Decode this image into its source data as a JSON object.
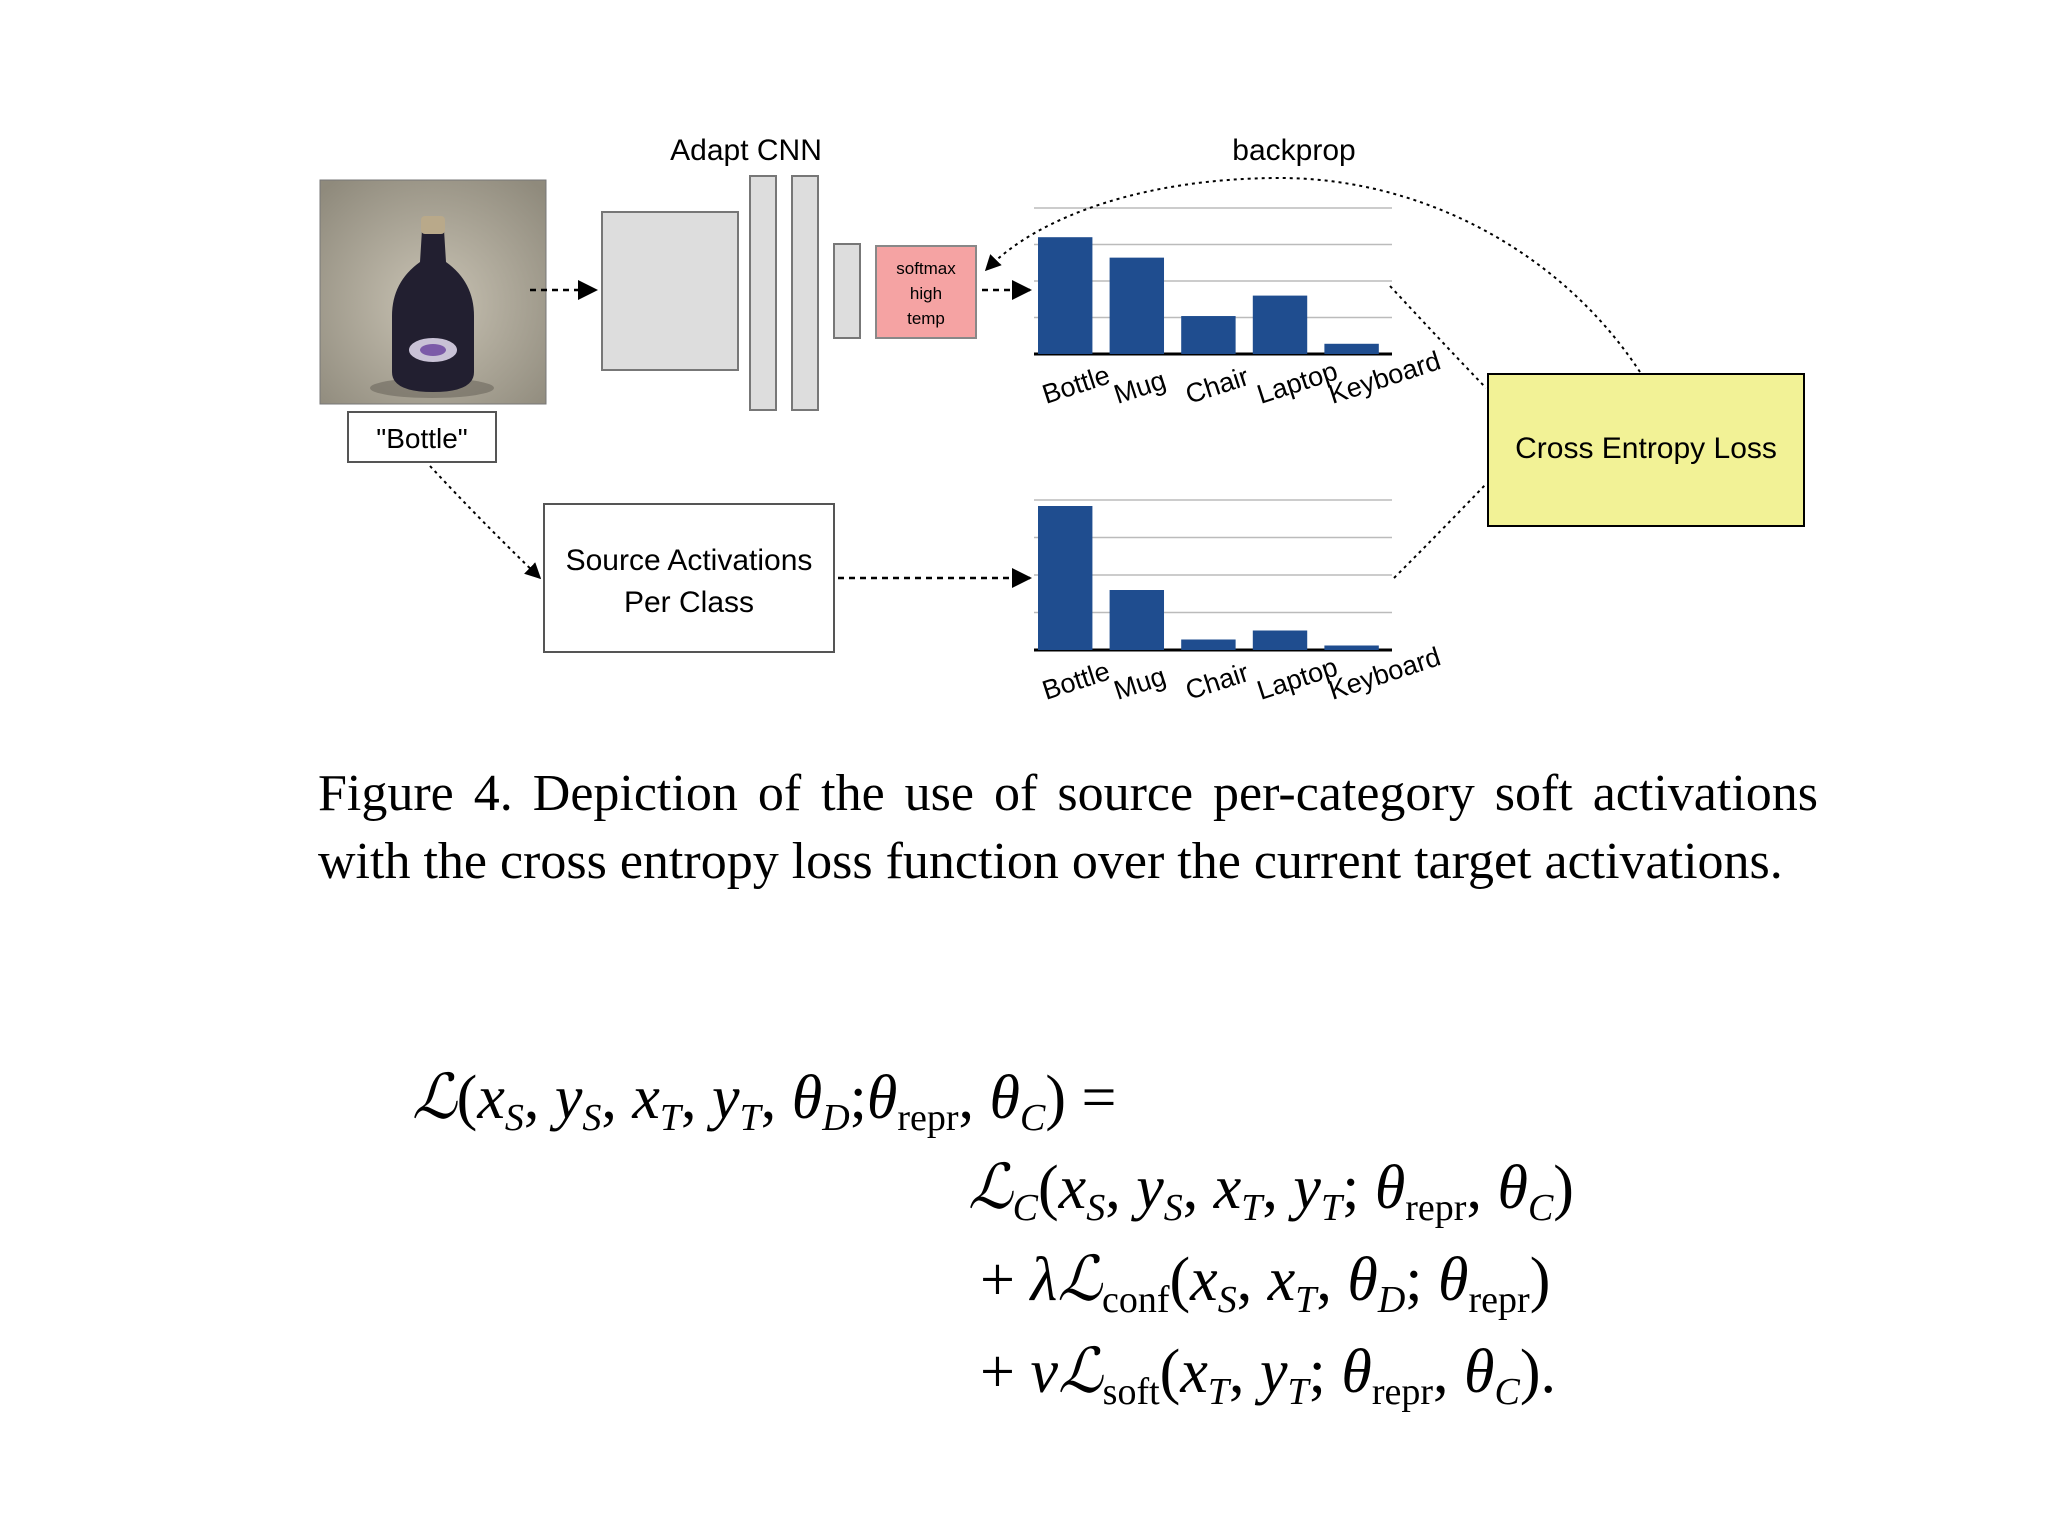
{
  "figure": {
    "image_label": "\"Bottle\"",
    "adapt_cnn_label": "Adapt CNN",
    "backprop_label": "backprop",
    "softmax_lines": [
      "softmax",
      "high",
      "temp"
    ],
    "loss_label": "Cross Entropy Loss",
    "source_box_lines": [
      "Source Activations",
      "Per Class"
    ],
    "colors": {
      "bar": "#1f4d8f",
      "softmax_fill": "#f5a3a3",
      "loss_fill": "#f2f296",
      "layer_fill": "#dddddd"
    }
  },
  "chart_data": [
    {
      "type": "bar",
      "categories": [
        "Bottle",
        "Mug",
        "Chair",
        "Laptop",
        "Keyboard"
      ],
      "values": [
        0.8,
        0.66,
        0.26,
        0.4,
        0.07
      ],
      "ylim": [
        0,
        1
      ],
      "grid": true
    },
    {
      "type": "bar",
      "categories": [
        "Bottle",
        "Mug",
        "Chair",
        "Laptop",
        "Keyboard"
      ],
      "values": [
        0.96,
        0.4,
        0.07,
        0.13,
        0.03
      ],
      "ylim": [
        0,
        1
      ],
      "grid": true
    }
  ],
  "caption": "Figure 4. Depiction of the use of source per-category soft activations with the cross entropy loss function over the current target activations.",
  "equation": {
    "line1_lhs": "ℒ(x_S, y_S, x_T, y_T, θ_D; θ_repr, θ_C) =",
    "line2": "ℒ_C(x_S, y_S, x_T, y_T; θ_repr, θ_C)",
    "line3": "+ λℒ_conf(x_S, x_T, θ_D; θ_repr)",
    "line4": "+ νℒ_soft(x_T, y_T; θ_repr, θ_C)."
  }
}
